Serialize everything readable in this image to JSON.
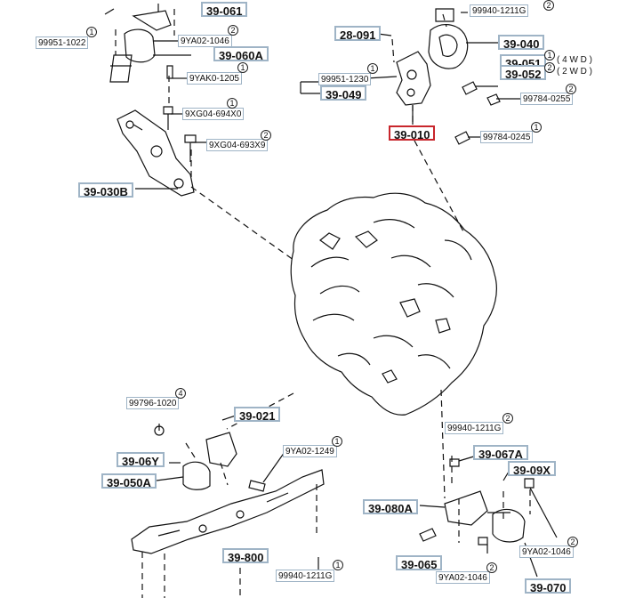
{
  "parts": {
    "p39_061": "39-061",
    "p39_060A": "39-060A",
    "p39_030B": "39-030B",
    "p28_091": "28-091",
    "p39_049": "39-049",
    "p39_040": "39-040",
    "p39_051": "39-051",
    "p39_052": "39-052",
    "p39_010": "39-010",
    "p39_021": "39-021",
    "p39_06Y": "39-06Y",
    "p39_050A": "39-050A",
    "p39_800": "39-800",
    "p39_067A": "39-067A",
    "p39_09X": "39-09X",
    "p39_080A": "39-080A",
    "p39_065": "39-065",
    "p39_070": "39-070"
  },
  "hardware": {
    "h99951_1022": "99951-1022",
    "h9YA02_1046_top": "9YA02-1046",
    "h9YAK0_1205": "9YAK0-1205",
    "h9XG04_694X0": "9XG04-694X0",
    "h9XG04_693X9": "9XG04-693X9",
    "h99951_1230": "99951-1230",
    "h99940_1211G_top": "99940-1211G",
    "h99784_0255": "99784-0255",
    "h99784_0245": "99784-0245",
    "h99796_1020": "99796-1020",
    "h9YA02_1249": "9YA02-1249",
    "h99940_1211G_bottom": "99940-1211G",
    "h99940_1211G_right": "99940-1211G",
    "h9YA02_1046_right": "9YA02-1046",
    "h9YA02_1046_bottom": "9YA02-1046"
  },
  "quantities": {
    "q99951_1022": "1",
    "q9YA02_1046_top": "2",
    "q9YAK0_1205": "1",
    "q9XG04_694X0": "1",
    "q9XG04_693X9": "2",
    "q99951_1230": "1",
    "q99940_1211G_top": "2",
    "q99784_0255": "2",
    "q99784_0245": "1",
    "q99796_1020": "4",
    "q9YA02_1249": "1",
    "q99940_1211G_bottom": "1",
    "q99940_1211G_right": "2",
    "q9YA02_1046_right": "2",
    "q9YA02_1046_bottom": "2",
    "q39_051": "1",
    "q39_052": "2"
  },
  "drive_notes": {
    "wd4": "( 4 W D )",
    "wd2": "( 2 W D )"
  }
}
